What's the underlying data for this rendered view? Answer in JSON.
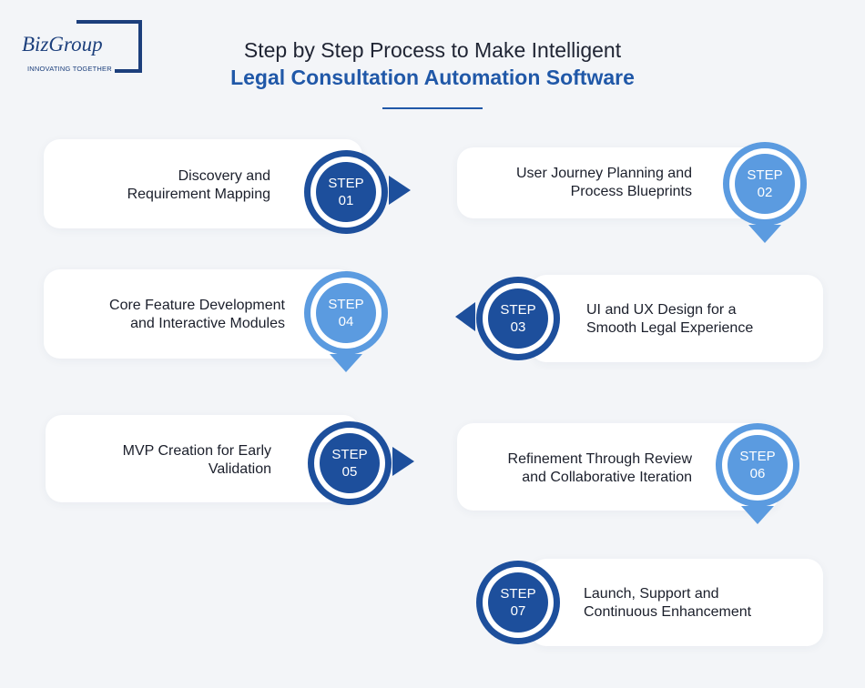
{
  "brand": {
    "name": "BizGroup",
    "tagline": "INNOVATING TOGETHER"
  },
  "title": {
    "line1": "Step by Step Process to Make Intelligent",
    "line2": "Legal Consultation Automation Software"
  },
  "colors": {
    "dark_blue": "#1d4f9c",
    "light_blue": "#5b9be0",
    "title_blue": "#2058a8",
    "card": "#ffffff",
    "background": "#f3f5f8"
  },
  "steps": [
    {
      "word": "STEP",
      "num": "01",
      "line1": "Discovery and",
      "line2": "Requirement Mapping",
      "arrow": "right"
    },
    {
      "word": "STEP",
      "num": "02",
      "line1": "User Journey Planning and",
      "line2": "Process Blueprints",
      "arrow": "down"
    },
    {
      "word": "STEP",
      "num": "03",
      "line1": "UI and UX Design for a",
      "line2": "Smooth Legal Experience",
      "arrow": "left"
    },
    {
      "word": "STEP",
      "num": "04",
      "line1": "Core Feature Development",
      "line2": "and Interactive Modules",
      "arrow": "down"
    },
    {
      "word": "STEP",
      "num": "05",
      "line1": "MVP Creation for Early",
      "line2": "Validation",
      "arrow": "right"
    },
    {
      "word": "STEP",
      "num": "06",
      "line1": "Refinement Through Review",
      "line2": "and Collaborative Iteration",
      "arrow": "down"
    },
    {
      "word": "STEP",
      "num": "07",
      "line1": "Launch, Support and",
      "line2": "Continuous Enhancement",
      "arrow": "none"
    }
  ]
}
